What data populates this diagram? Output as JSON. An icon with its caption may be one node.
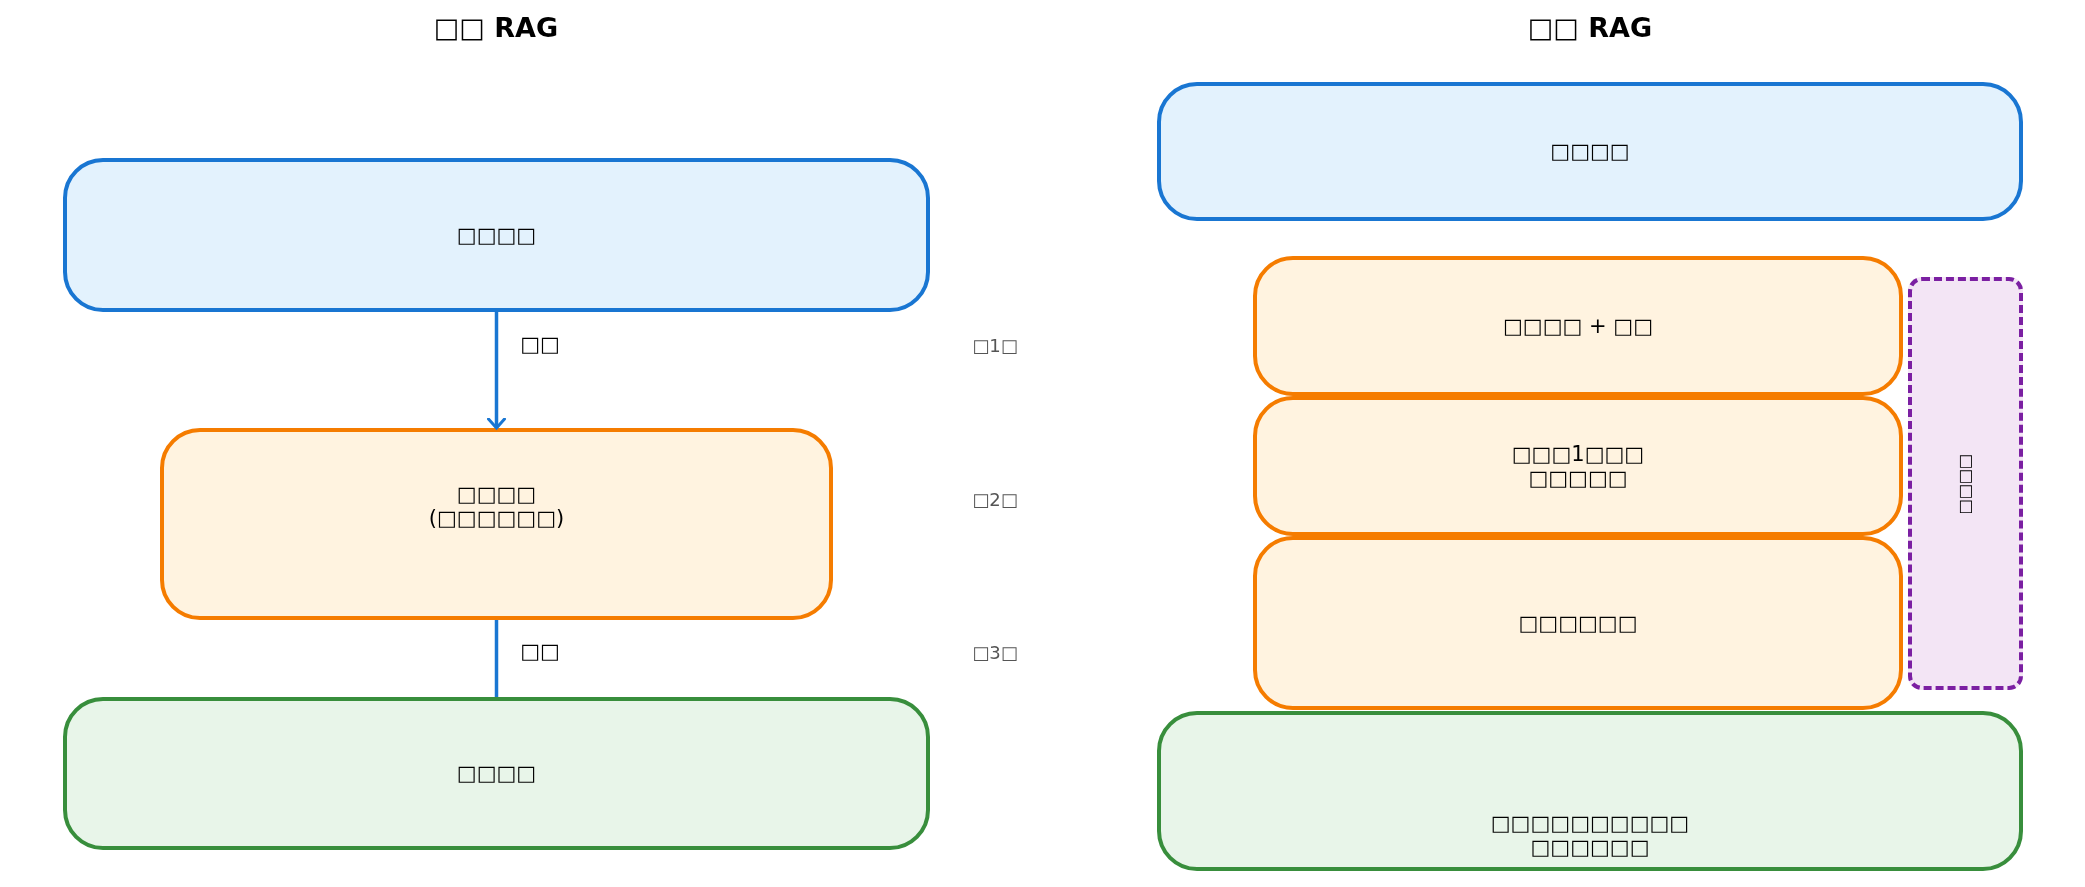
{
  "diagram": {
    "nodes": [
      {
        "text": [
          "□□□□"
        ]
      },
      {
        "text": [
          "□□□□ (□□□□□□)"
        ]
      },
      {
        "text": [
          "□□□□"
        ]
      },
      {
        "text": [
          "□□□□"
        ]
      },
      {
        "text": [
          "□□□□ + □□"
        ]
      },
      {
        "text": [
          "□□□1□□□ □□□□□"
        ]
      },
      {
        "text": [
          "□□□□□□"
        ]
      },
      {
        "text": [
          "□□□□"
        ]
      },
      {
        "text": [
          "□□□□□□□□□□ □□□□□□"
        ]
      }
    ],
    "edges": [
      {
        "from": 0,
        "to": 1,
        "arrow": "to",
        "label": "□□"
      },
      {
        "from": 1,
        "to": 2,
        "arrow": "none",
        "label": "□□"
      }
    ],
    "labels": [
      "□□ RAG",
      "□□ RAG",
      "□1□",
      "□2□",
      "□3□"
    ]
  }
}
